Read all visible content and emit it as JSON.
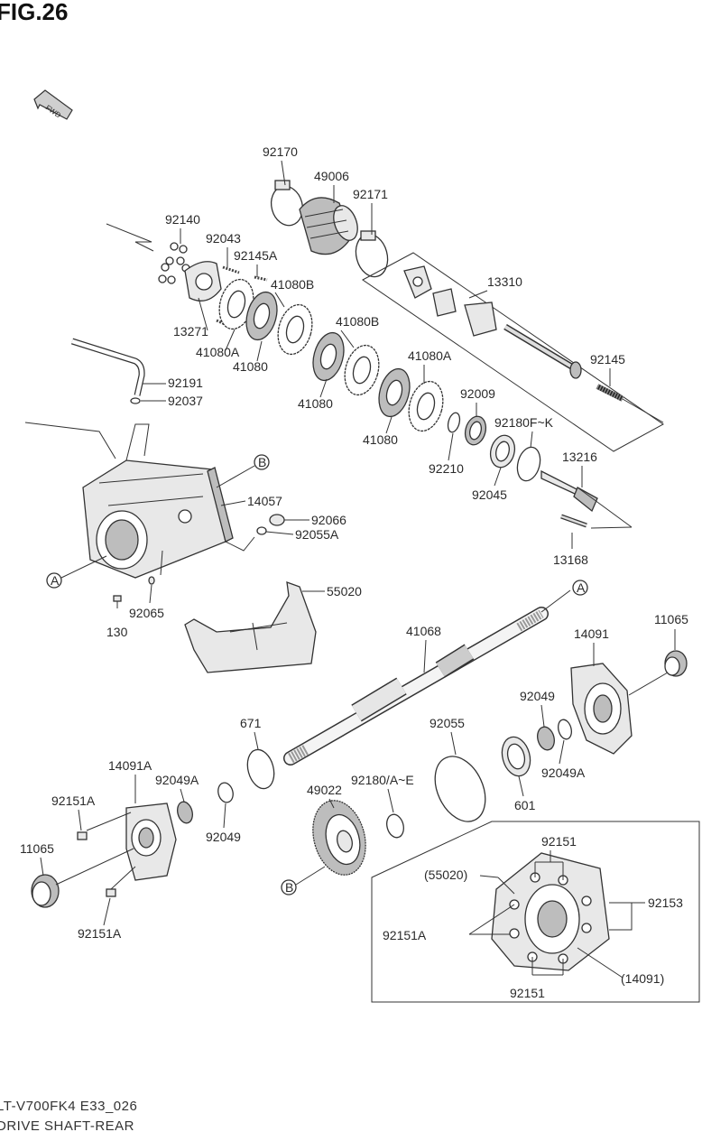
{
  "figure": {
    "title": "FIG.26",
    "fwd_label": "FWD",
    "footer_code": "LT-V700FK4 E33_026",
    "footer_name": "DRIVE SHAFT-REAR"
  },
  "parts": {
    "p92170": "92170",
    "p49006": "49006",
    "p92171": "92171",
    "p92140": "92140",
    "p92043": "92043",
    "p92145A": "92145A",
    "p13310": "13310",
    "p41080B_1": "41080B",
    "p41080B_2": "41080B",
    "p13271": "13271",
    "p41080A_1": "41080A",
    "p41080_1": "41080",
    "p41080_2": "41080",
    "p41080A_2": "41080A",
    "p41080_3": "41080",
    "p92009": "92009",
    "p92145": "92145",
    "p92191": "92191",
    "p92037": "92037",
    "p92180FK": "92180F~K",
    "p92210": "92210",
    "p13216": "13216",
    "p92045": "92045",
    "pB_1": "B",
    "p14057": "14057",
    "p92066": "92066",
    "p92055A": "92055A",
    "pA_1": "A",
    "p13168": "13168",
    "p55020": "55020",
    "pA_2": "A",
    "p92065": "92065",
    "p130": "130",
    "p11065_1": "11065",
    "p41068": "41068",
    "p14091": "14091",
    "p92049_1": "92049",
    "p671": "671",
    "p92055": "92055",
    "p92049A_1": "92049A",
    "p14091A": "14091A",
    "p92049A_2": "92049A",
    "p92180AE": "92180/A~E",
    "p601": "601",
    "p92151A_1": "92151A",
    "p49022": "49022",
    "p92049_2": "92049",
    "p11065_2": "11065",
    "pB_2": "B",
    "p92151A_2": "92151A",
    "inset_92151_top": "92151",
    "inset_55020": "(55020)",
    "inset_92153": "92153",
    "inset_92151A": "92151A",
    "inset_14091": "(14091)",
    "inset_92151_bottom": "92151"
  }
}
